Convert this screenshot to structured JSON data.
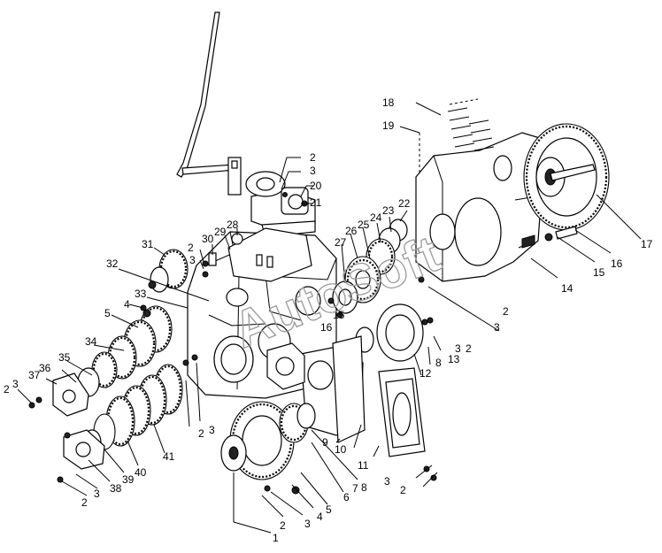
{
  "watermark": "AutoSoft",
  "callouts": [
    "1",
    "2",
    "3",
    "4",
    "5",
    "6",
    "7",
    "8",
    "9",
    "10",
    "11",
    "12",
    "13",
    "14",
    "15",
    "16",
    "17",
    "18",
    "19",
    "20",
    "21",
    "22",
    "23",
    "24",
    "25",
    "26",
    "27",
    "28",
    "29",
    "30",
    "31",
    "32",
    "33",
    "34",
    "35",
    "36",
    "37",
    "38",
    "39",
    "40",
    "41"
  ]
}
